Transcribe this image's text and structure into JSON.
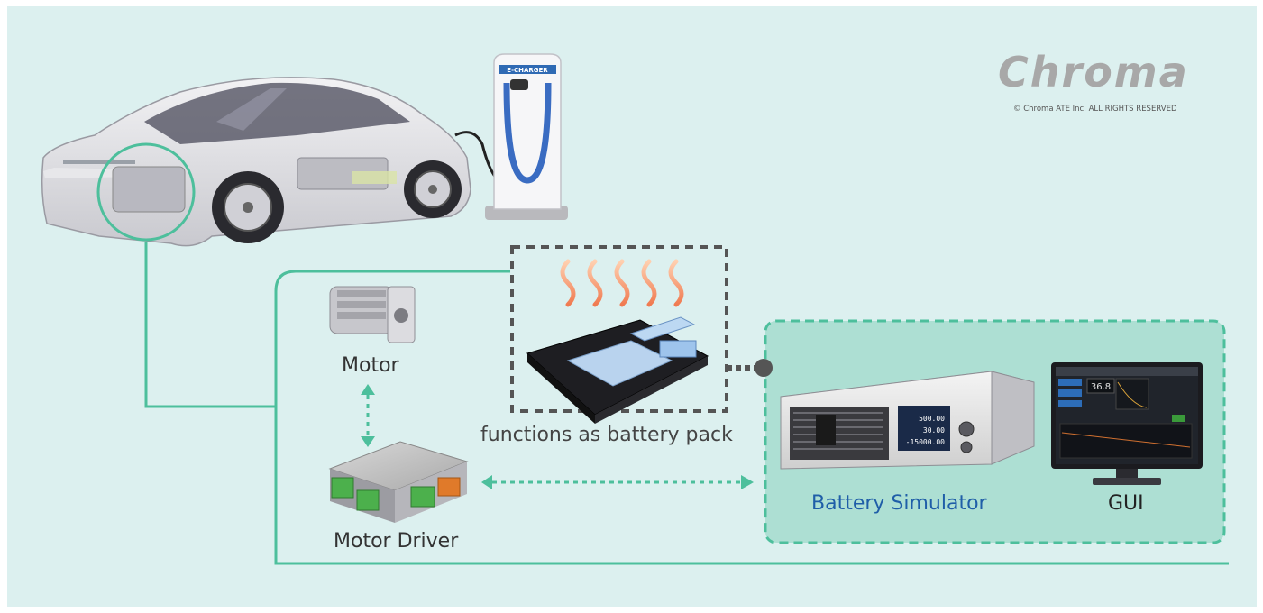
{
  "brand": {
    "logo_text": "Chroma",
    "copyright": "© Chroma ATE Inc. ALL RIGHTS RESERVED"
  },
  "charger": {
    "label": "E-CHARGER"
  },
  "labels": {
    "motor": "Motor",
    "motor_driver": "Motor Driver",
    "battery_pack": "functions as battery pack",
    "battery_simulator": "Battery Simulator",
    "gui": "GUI"
  },
  "instrument": {
    "readout_1": "500.00",
    "readout_2": "30.00",
    "readout_3": "-15000.00"
  },
  "gui_screen": {
    "value": "36.8"
  },
  "colors": {
    "teal_line": "#4dbf9c",
    "teal_box_fill": "#addfd3",
    "battery_sim_label": "#1f5ea8",
    "dotted_box": "#555555",
    "background": "#dcf0ef"
  }
}
